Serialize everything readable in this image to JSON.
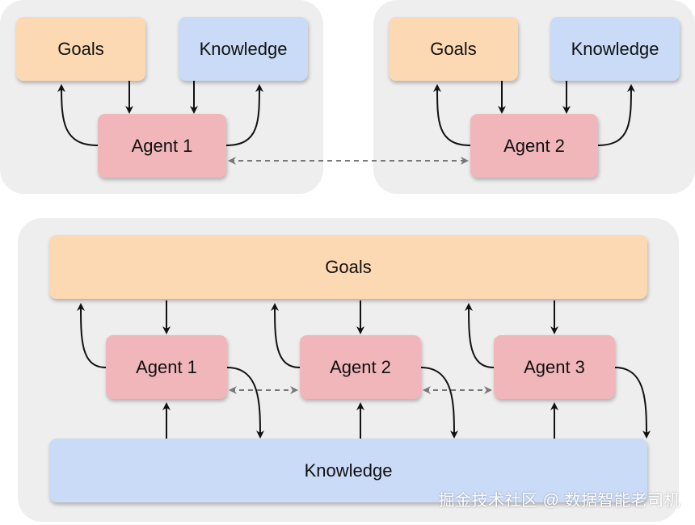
{
  "top_left": {
    "goals": "Goals",
    "knowledge": "Knowledge",
    "agent": "Agent 1"
  },
  "top_right": {
    "goals": "Goals",
    "knowledge": "Knowledge",
    "agent": "Agent 2"
  },
  "bottom": {
    "goals": "Goals",
    "knowledge": "Knowledge",
    "agents": [
      "Agent 1",
      "Agent 2",
      "Agent 3"
    ]
  },
  "watermark": "掘金技术社区 @ 数据智能老司机",
  "colors": {
    "goals": "#fcd9b2",
    "knowledge": "#c9dbf7",
    "agent": "#f1b6ba",
    "panel": "#eeeeee",
    "arrow": "#111111",
    "dashed_arrow": "#777777"
  }
}
